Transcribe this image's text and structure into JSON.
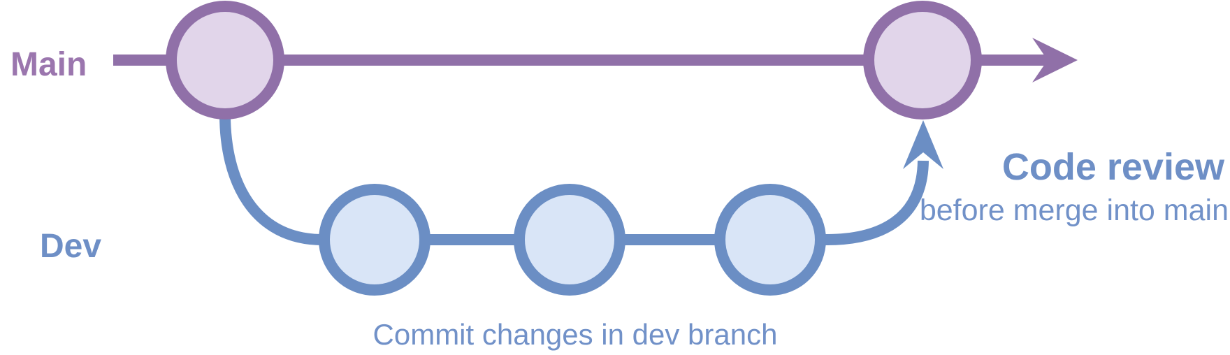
{
  "diagram": {
    "type": "git-branch-flow",
    "labels": {
      "main_branch": "Main",
      "dev_branch": "Dev"
    },
    "annotations": {
      "code_review_title": "Code review",
      "code_review_subtitle": "before merge into main",
      "dev_caption": "Commit changes in dev branch"
    },
    "structure": {
      "main_commit_count": 2,
      "dev_commit_count": 3,
      "dev_branches_from_first_main_commit": true,
      "dev_merges_into_second_main_commit": true,
      "main_line_ends_with_right_arrow": true
    }
  },
  "colors": {
    "purple_stroke": "#9070A8",
    "purple_fill": "#E1D5EA",
    "purple_text": "#9B76AE",
    "blue_stroke": "#6B8EC4",
    "blue_fill": "#D9E5F7",
    "blue_text": "#7191C8",
    "blue_text_strong": "#6E8FC6",
    "background": "#FFFFFF"
  }
}
